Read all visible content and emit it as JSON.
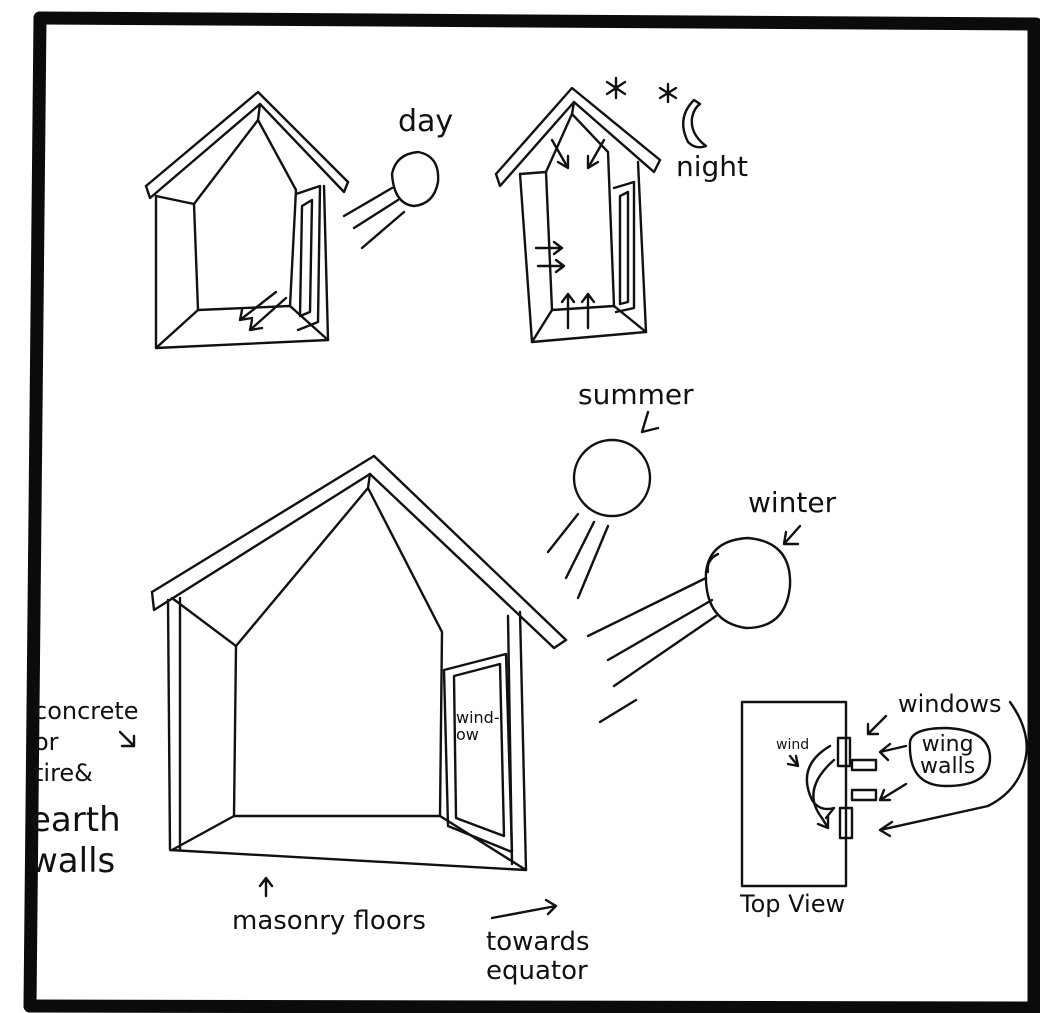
{
  "labels": {
    "day": "day",
    "night": "night",
    "summer": "summer",
    "winter": "winter",
    "window": "wind-\now",
    "concrete": "concrete\nor\ntire&",
    "earth": "earth\nwalls",
    "masonry": "masonry floors",
    "towards": "towards\nequator",
    "windows": "windows",
    "wing_walls": "wing\nwalls",
    "wind": "wind",
    "top_view": "Top View"
  }
}
